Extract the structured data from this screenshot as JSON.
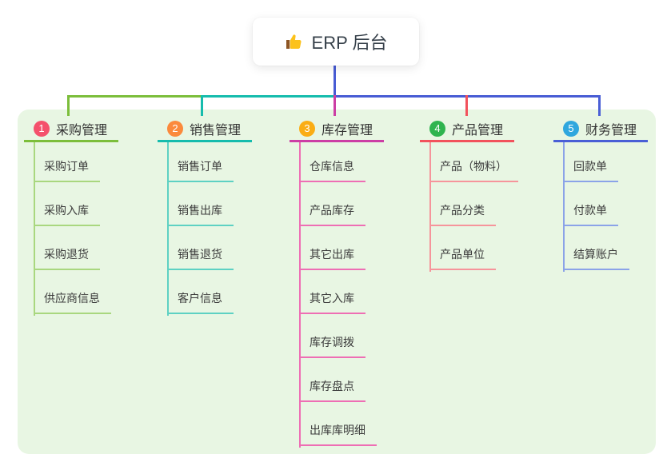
{
  "root": {
    "icon": "thumbs-up",
    "label": "ERP 后台",
    "color": "#485cd4"
  },
  "panel": {
    "bg": "#e8f6e3"
  },
  "branches": [
    {
      "number": "1",
      "label": "采购管理",
      "badge_color": "#f4516c",
      "line_color": "#7cbe3b",
      "child_line_color": "#a9d77f",
      "children": [
        "采购订单",
        "采购入库",
        "采购退货",
        "供应商信息"
      ]
    },
    {
      "number": "2",
      "label": "销售管理",
      "badge_color": "#fb8a3c",
      "line_color": "#16bcad",
      "child_line_color": "#5ed1c3",
      "children": [
        "销售订单",
        "销售出库",
        "销售退货",
        "客户信息"
      ]
    },
    {
      "number": "3",
      "label": "库存管理",
      "badge_color": "#faad14",
      "line_color": "#cc3ea5",
      "child_line_color": "#ee6eb4",
      "children": [
        "仓库信息",
        "产品库存",
        "其它出库",
        "其它入库",
        "库存调拨",
        "库存盘点",
        "出库库明细"
      ]
    },
    {
      "number": "4",
      "label": "产品管理",
      "badge_color": "#2fb44f",
      "line_color": "#f2525c",
      "child_line_color": "#f6949b",
      "children": [
        "产品（物料）",
        "产品分类",
        "产品单位"
      ]
    },
    {
      "number": "5",
      "label": "财务管理",
      "badge_color": "#2fa7de",
      "line_color": "#4a5fd6",
      "child_line_color": "#8ba3e8",
      "children": [
        "回款单",
        "付款单",
        "结算账户"
      ]
    }
  ]
}
